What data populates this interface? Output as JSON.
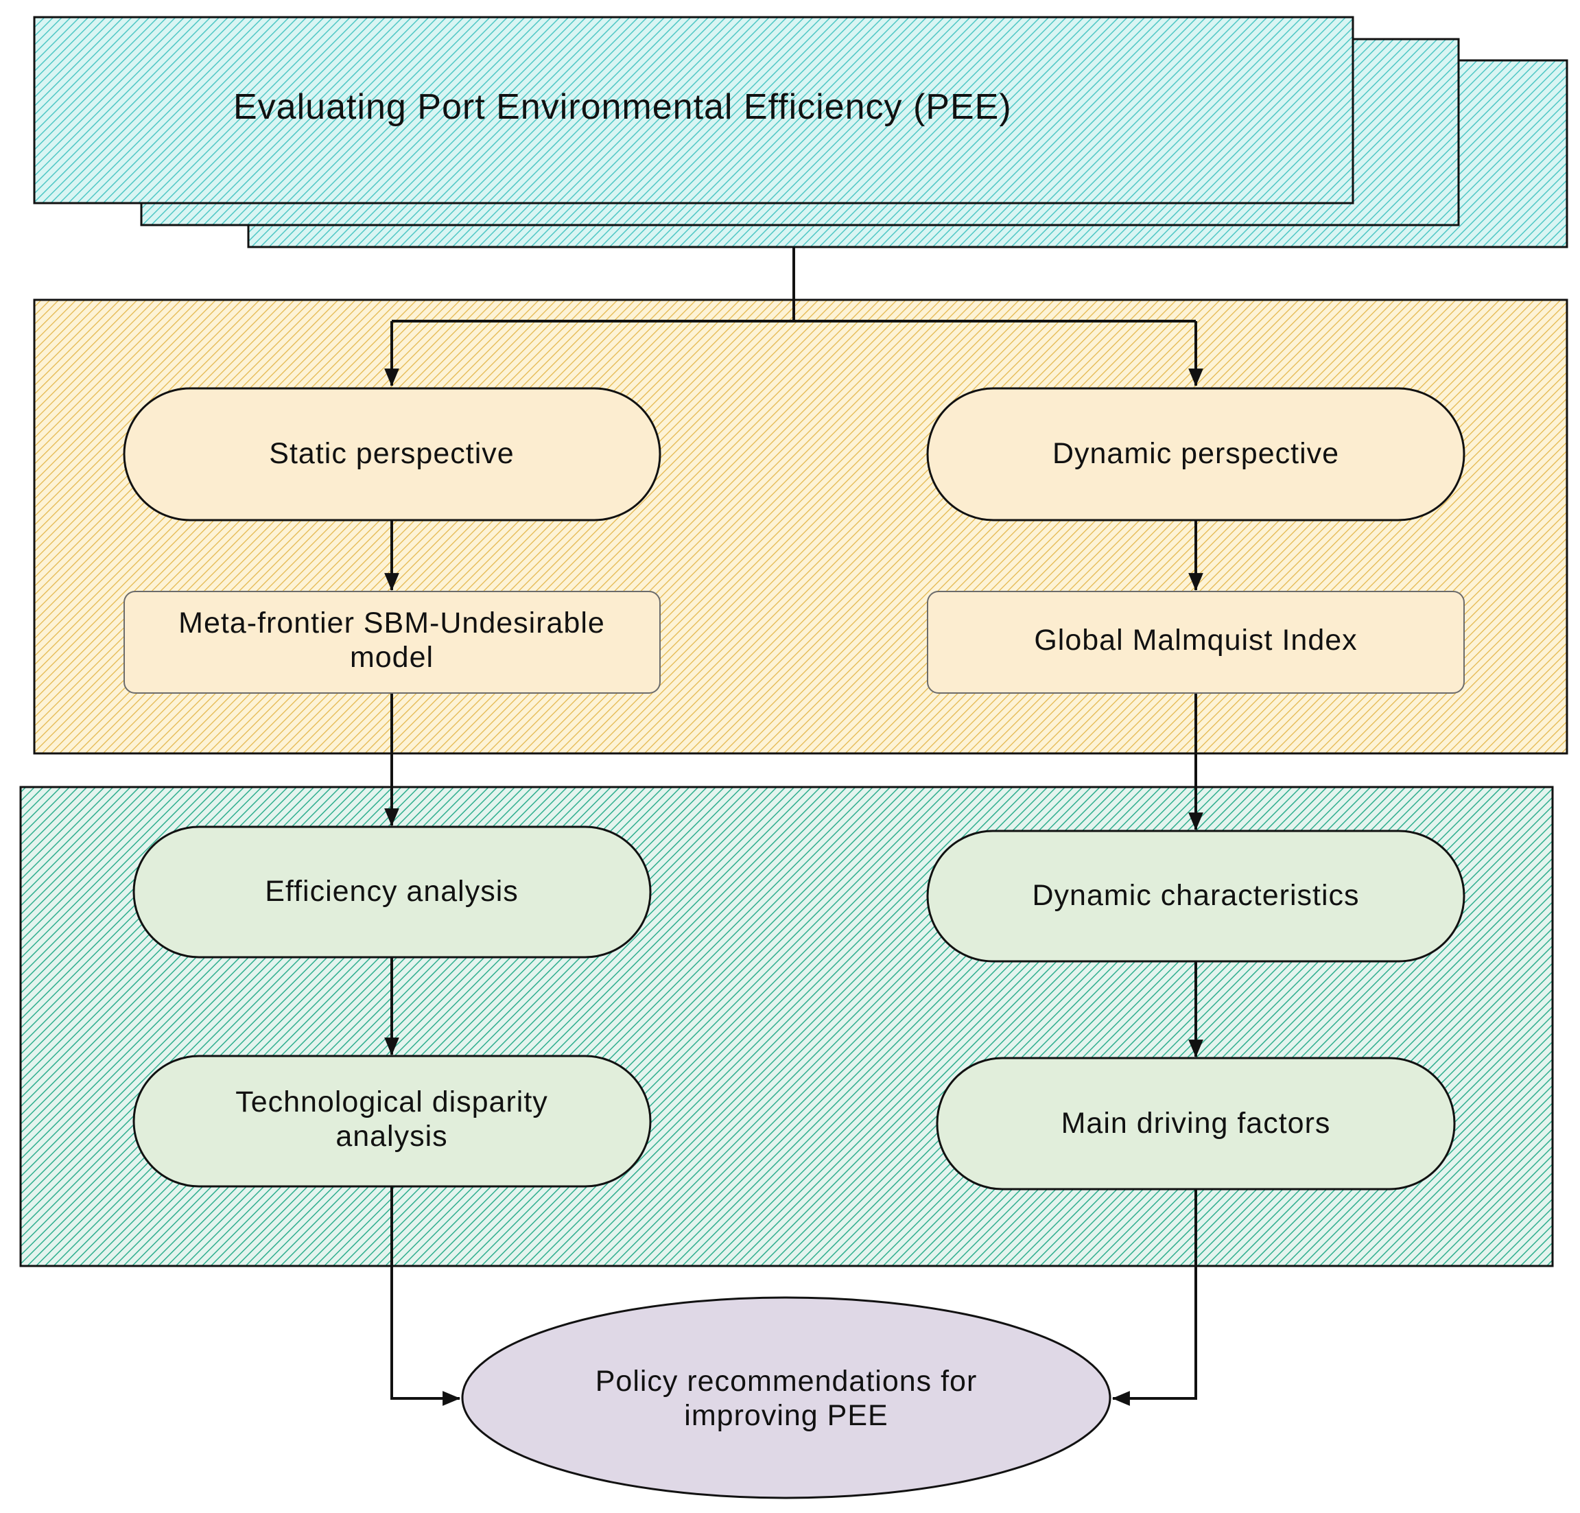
{
  "title": "Evaluating Port Environmental Efficiency (PEE)",
  "colors": {
    "title_fill": "#d9f5f3",
    "title_hatch": "#4fc7c5",
    "method_panel_fill": "#fdf3d6",
    "method_panel_hatch": "#e3b64a",
    "analysis_panel_fill": "#e4f4ee",
    "analysis_panel_hatch": "#2fae8e",
    "method_node_fill": "#fcedd0",
    "analysis_node_fill": "#e1eedb",
    "policy_fill": "#dfd8e6",
    "stroke": "#111111"
  },
  "nodes": {
    "static_perspective": "Static perspective",
    "dynamic_perspective": "Dynamic perspective",
    "meta_frontier": [
      "Meta-frontier SBM-Undesirable",
      "model"
    ],
    "global_malmquist": "Global Malmquist Index",
    "efficiency_analysis": "Efficiency analysis",
    "dynamic_characteristics": "Dynamic characteristics",
    "technological_disparity": [
      "Technological disparity",
      "analysis"
    ],
    "main_driving_factors": "Main driving factors",
    "policy": [
      "Policy recommendations for",
      "improving PEE"
    ]
  }
}
